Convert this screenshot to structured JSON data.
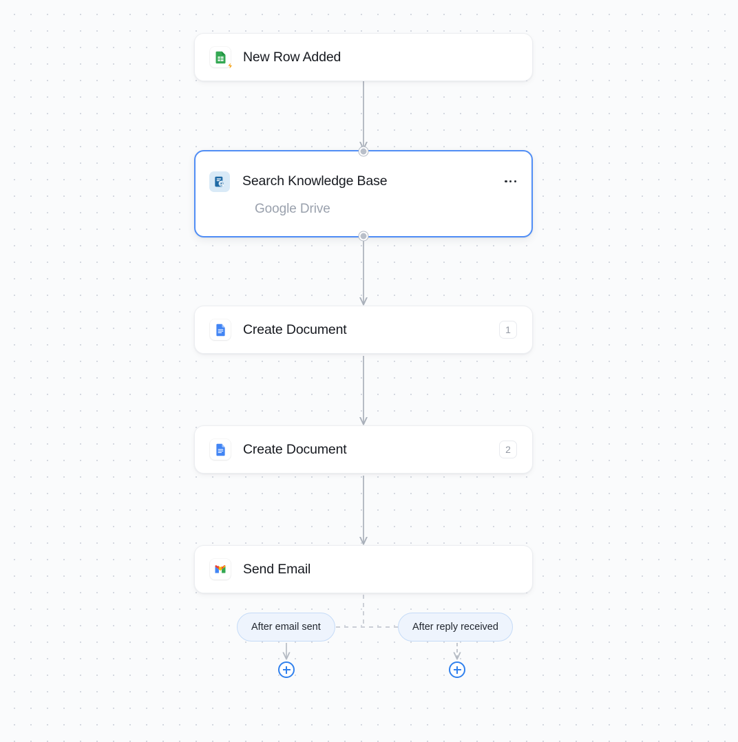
{
  "canvas": {
    "background_color": "#fafbfc",
    "dot_color": "#d4d8e0",
    "grid_spacing": 24
  },
  "theme": {
    "accent": "#2f80ed",
    "selected_border": "#4f8df5",
    "connector": "#a9b0ba",
    "card_bg": "#ffffff",
    "pill_bg": "#eef4fd",
    "pill_border": "#c5dbf7"
  },
  "nodes": [
    {
      "id": "new-row-added",
      "title": "New Row Added",
      "subtitle": "",
      "badge": "",
      "icon": "google-sheets-icon",
      "is_trigger": true,
      "selected": false
    },
    {
      "id": "search-knowledge-base",
      "title": "Search Knowledge Base",
      "subtitle": "Google Drive",
      "badge": "",
      "icon": "knowledge-base-search-icon",
      "is_trigger": false,
      "selected": true
    },
    {
      "id": "create-document-1",
      "title": "Create Document",
      "subtitle": "",
      "badge": "1",
      "icon": "google-docs-icon",
      "is_trigger": false,
      "selected": false
    },
    {
      "id": "create-document-2",
      "title": "Create Document",
      "subtitle": "",
      "badge": "2",
      "icon": "google-docs-icon",
      "is_trigger": false,
      "selected": false
    },
    {
      "id": "send-email",
      "title": "Send Email",
      "subtitle": "",
      "badge": "",
      "icon": "gmail-icon",
      "is_trigger": false,
      "selected": false
    }
  ],
  "branches": [
    {
      "id": "after-email-sent",
      "label": "After email sent"
    },
    {
      "id": "after-reply-received",
      "label": "After reply received"
    }
  ],
  "add_buttons": [
    {
      "id": "add-step-after-email-sent",
      "label": "+"
    },
    {
      "id": "add-step-after-reply-received",
      "label": "+"
    }
  ]
}
